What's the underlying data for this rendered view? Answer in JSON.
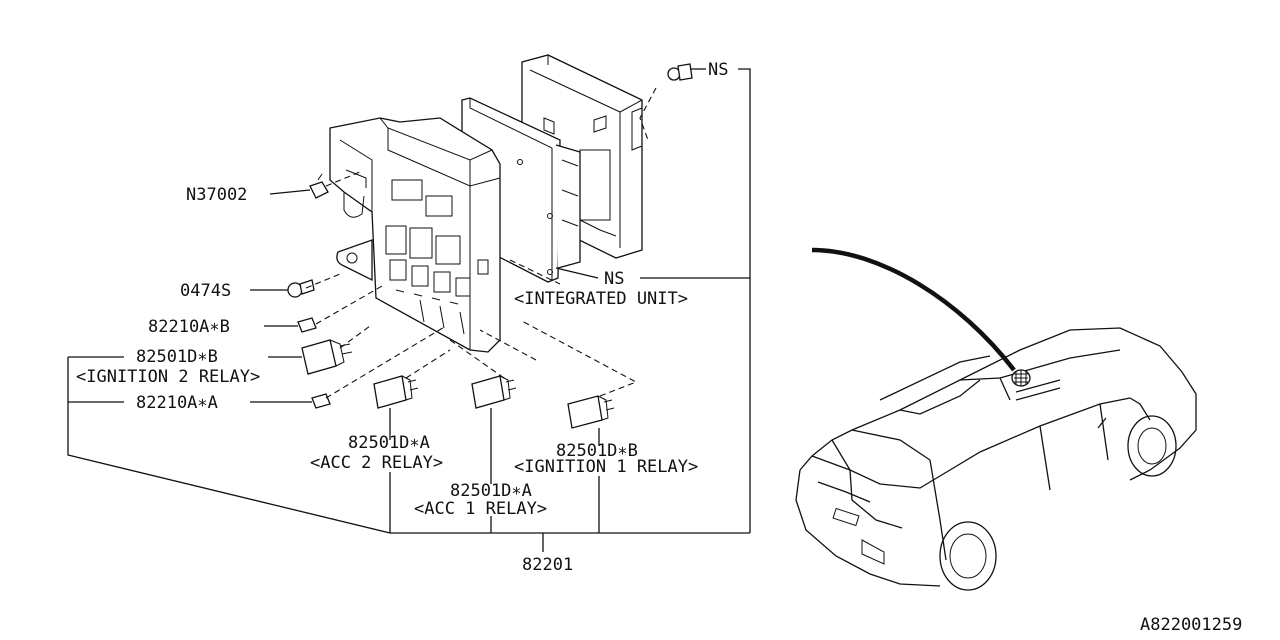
{
  "labels": {
    "n37002": "N37002",
    "p0474s": "0474S",
    "p82210a_b": "82210A∗B",
    "p82501d_b_left": "82501D∗B",
    "ignition2_relay": "<IGNITION 2 RELAY>",
    "p82210a_a": "82210A∗A",
    "p82501d_a_left": "82501D∗A",
    "acc2_relay": "<ACC 2 RELAY>",
    "p82501d_a_mid": "82501D∗A",
    "acc1_relay": "<ACC 1 RELAY>",
    "p82501d_b_right": "82501D∗B",
    "ignition1_relay": "<IGNITION 1 RELAY>",
    "ns_top": "NS",
    "ns_mid": "NS",
    "integrated_unit": "<INTEGRATED UNIT>",
    "assembly": "82201",
    "figure_code": "A822001259"
  }
}
